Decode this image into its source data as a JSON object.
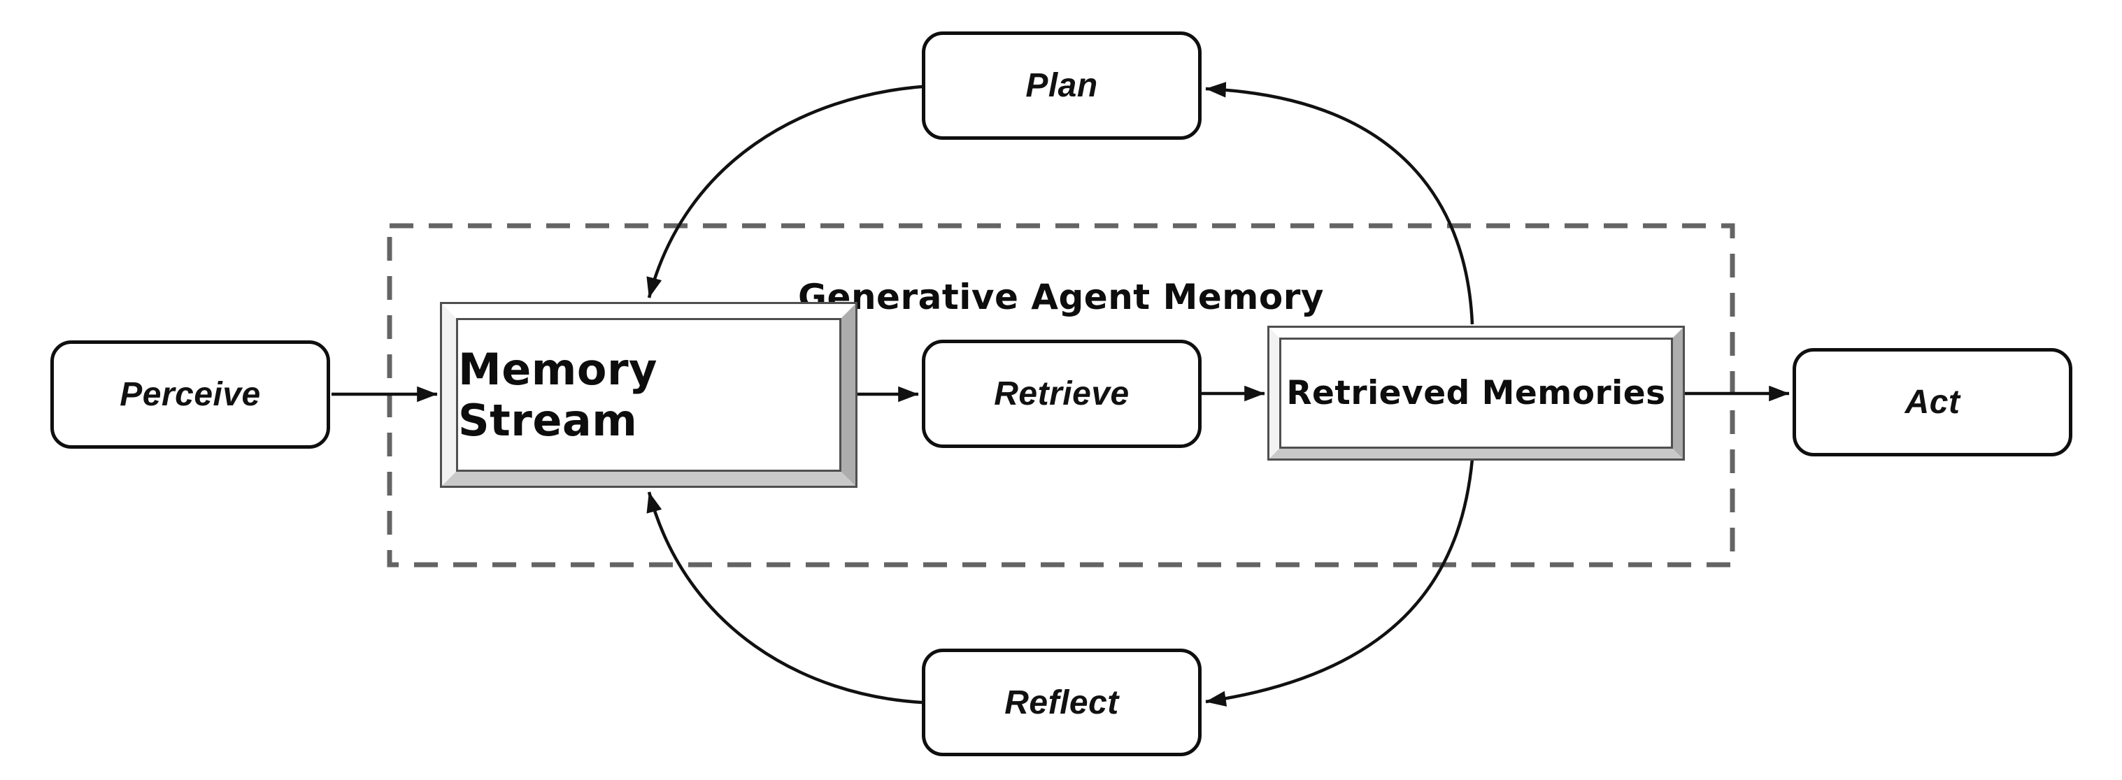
{
  "diagram": {
    "group": {
      "label": "Generative Agent Memory"
    },
    "nodes": {
      "perceive": {
        "label": "Perceive"
      },
      "plan": {
        "label": "Plan"
      },
      "memory_stream": {
        "label": "Memory Stream"
      },
      "retrieve": {
        "label": "Retrieve"
      },
      "retrieved_memories": {
        "label": "Retrieved Memories"
      },
      "reflect": {
        "label": "Reflect"
      },
      "act": {
        "label": "Act"
      }
    },
    "edges": [
      {
        "from": "Perceive",
        "to": "Memory Stream",
        "shape": "straight"
      },
      {
        "from": "Memory Stream",
        "to": "Retrieve",
        "shape": "straight"
      },
      {
        "from": "Retrieve",
        "to": "Retrieved Memories",
        "shape": "straight"
      },
      {
        "from": "Retrieved Memories",
        "to": "Act",
        "shape": "straight"
      },
      {
        "from": "Retrieved Memories",
        "to": "Plan",
        "shape": "curved"
      },
      {
        "from": "Plan",
        "to": "Memory Stream",
        "shape": "curved"
      },
      {
        "from": "Retrieved Memories",
        "to": "Reflect",
        "shape": "curved"
      },
      {
        "from": "Reflect",
        "to": "Memory Stream",
        "shape": "curved"
      }
    ],
    "colors": {
      "line": "#111111",
      "dashed_border": "#646464",
      "box_fill": "#ffffff",
      "bevel_light": "#ffffff",
      "bevel_bottom": "#c9c9c9",
      "bevel_dark": "#adadad",
      "frame_outline": "#4f4f4f"
    }
  }
}
